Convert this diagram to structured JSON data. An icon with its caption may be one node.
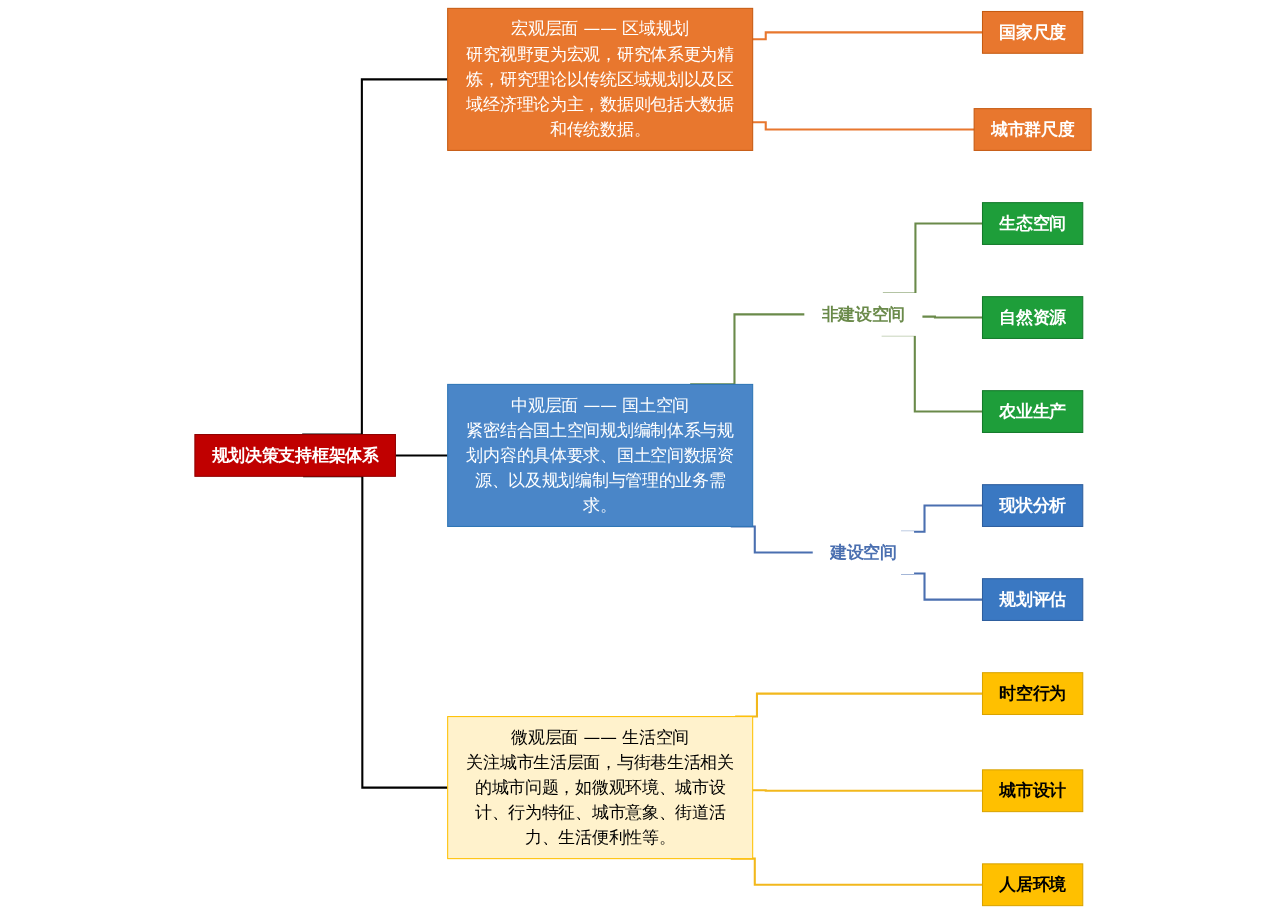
{
  "diagram": {
    "nodes": [
      {
        "text": [
          "规划决策支持框架体系"
        ]
      },
      {
        "text": [
          "宏观层面 —— 区域规划",
          "研究视野更为宏观，研究体系更为精炼，研究理论以传统区域规划以及区域经济理论为主，数据则包括大数据和传统数据。"
        ]
      },
      {
        "text": [
          "中观层面 —— 国土空间",
          "紧密结合国土空间规划编制体系与规划内容的具体要求、国土空间数据资源、以及规划编制与管理的业务需求。"
        ]
      },
      {
        "text": [
          "微观层面 —— 生活空间",
          "关注城市生活层面，与街巷生活相关的城市问题，如微观环境、城市设计、行为特征、城市意象、街道活力、生活便利性等。"
        ]
      },
      {
        "text": [
          "国家尺度"
        ]
      },
      {
        "text": [
          "城市群尺度"
        ]
      },
      {
        "text": [
          "非建设空间"
        ]
      },
      {
        "text": [
          "生态空间"
        ]
      },
      {
        "text": [
          "自然资源"
        ]
      },
      {
        "text": [
          "农业生产"
        ]
      },
      {
        "text": [
          "建设空间"
        ]
      },
      {
        "text": [
          "现状分析"
        ]
      },
      {
        "text": [
          "规划评估"
        ]
      },
      {
        "text": [
          "时空行为"
        ]
      },
      {
        "text": [
          "城市设计"
        ]
      },
      {
        "text": [
          "人居环境"
        ]
      }
    ],
    "edges": [
      {
        "from": 0,
        "to": 1,
        "arrow": "none",
        "color": "#000000"
      },
      {
        "from": 0,
        "to": 2,
        "arrow": "none",
        "color": "#000000"
      },
      {
        "from": 0,
        "to": 3,
        "arrow": "none",
        "color": "#000000"
      },
      {
        "from": 1,
        "to": 4,
        "arrow": "none",
        "color": "#e8772e"
      },
      {
        "from": 1,
        "to": 5,
        "arrow": "none",
        "color": "#e8772e"
      },
      {
        "from": 2,
        "to": 6,
        "arrow": "none",
        "color": "#6a8a4a"
      },
      {
        "from": 2,
        "to": 10,
        "arrow": "none",
        "color": "#4a6fb0"
      },
      {
        "from": 6,
        "to": 7,
        "arrow": "none",
        "color": "#6a8a4a"
      },
      {
        "from": 6,
        "to": 8,
        "arrow": "none",
        "color": "#6a8a4a"
      },
      {
        "from": 6,
        "to": 9,
        "arrow": "none",
        "color": "#6a8a4a"
      },
      {
        "from": 10,
        "to": 11,
        "arrow": "none",
        "color": "#4a6fb0"
      },
      {
        "from": 10,
        "to": 12,
        "arrow": "none",
        "color": "#4a6fb0"
      },
      {
        "from": 3,
        "to": 13,
        "arrow": "none",
        "color": "#f2b81c"
      },
      {
        "from": 3,
        "to": 14,
        "arrow": "none",
        "color": "#f2b81c"
      },
      {
        "from": 3,
        "to": 15,
        "arrow": "none",
        "color": "#f2b81c"
      }
    ]
  }
}
